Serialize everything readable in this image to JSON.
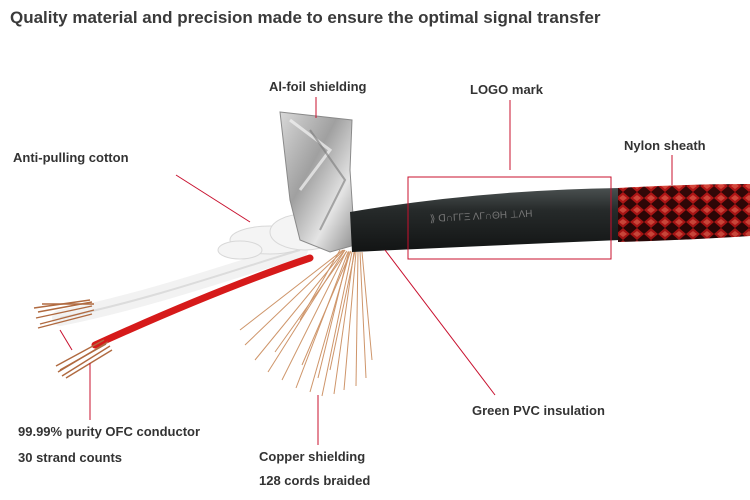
{
  "title": "Quality material and precision made to ensure the optimal signal transfer",
  "labels": {
    "al_foil": "Al-foil shielding",
    "logo_mark": "LOGO mark",
    "nylon_sheath": "Nylon sheath",
    "anti_pulling": "Anti-pulling cotton",
    "ofc_line1": "99.99% purity OFC conductor",
    "ofc_line2": "30 strand counts",
    "copper_line1": "Copper shielding",
    "copper_line2": "128 cords braided",
    "green_pvc": "Green PVC insulation"
  },
  "colors": {
    "callout_line": "#c8102e",
    "jacket": "#1e2222",
    "red_wire": "#d61a1a",
    "braid_red": "#d01818",
    "copper": "#c98a5a",
    "foil": "#b8b8b8"
  }
}
